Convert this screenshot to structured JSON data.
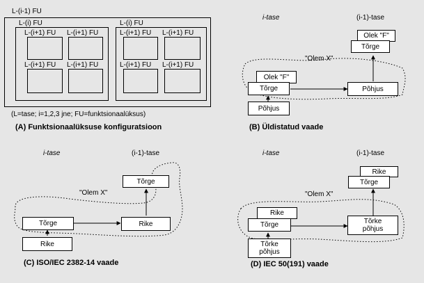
{
  "panelA": {
    "outer_label": "L-(i-1) FU",
    "group_left_label": "L-(i) FU",
    "group_right_label": "L-(i) FU",
    "cell_label": "L-(i+1) FU",
    "legend": "(L=tase; i=1,2,3 jne; FU=funktsionaalüksus)",
    "caption": "(A) Funktsionaalüksuse konfiguratsioon"
  },
  "panelB": {
    "level_i": "i-tase",
    "level_i_minus_1": "(i-1)-tase",
    "olem": "\"Olem X\"",
    "top_back": "Olek \"F\"",
    "top_front": "Tõrge",
    "left_back": "Olek \"F\"",
    "left_front": "Tõrge",
    "right": "Põhjus",
    "bottom": "Põhjus",
    "caption": "(B) Üldistatud vaade"
  },
  "panelC": {
    "level_i": "i-tase",
    "level_i_minus_1": "(i-1)-tase",
    "olem": "\"Olem X\"",
    "top": "Tõrge",
    "left": "Tõrge",
    "right": "Rike",
    "bottom": "Rike",
    "caption": "(C) ISO/IEC 2382-14 vaade"
  },
  "panelD": {
    "level_i": "i-tase",
    "level_i_minus_1": "(i-1)-tase",
    "olem": "\"Olem X\"",
    "top_back": "Rike",
    "top_front": "Tõrge",
    "left_back": "Rike",
    "left_front": "Tõrge",
    "right": "Tõrke\npõhjus",
    "bottom": "Tõrke\npõhjus",
    "caption": "(D) IEC 50(191) vaade"
  }
}
